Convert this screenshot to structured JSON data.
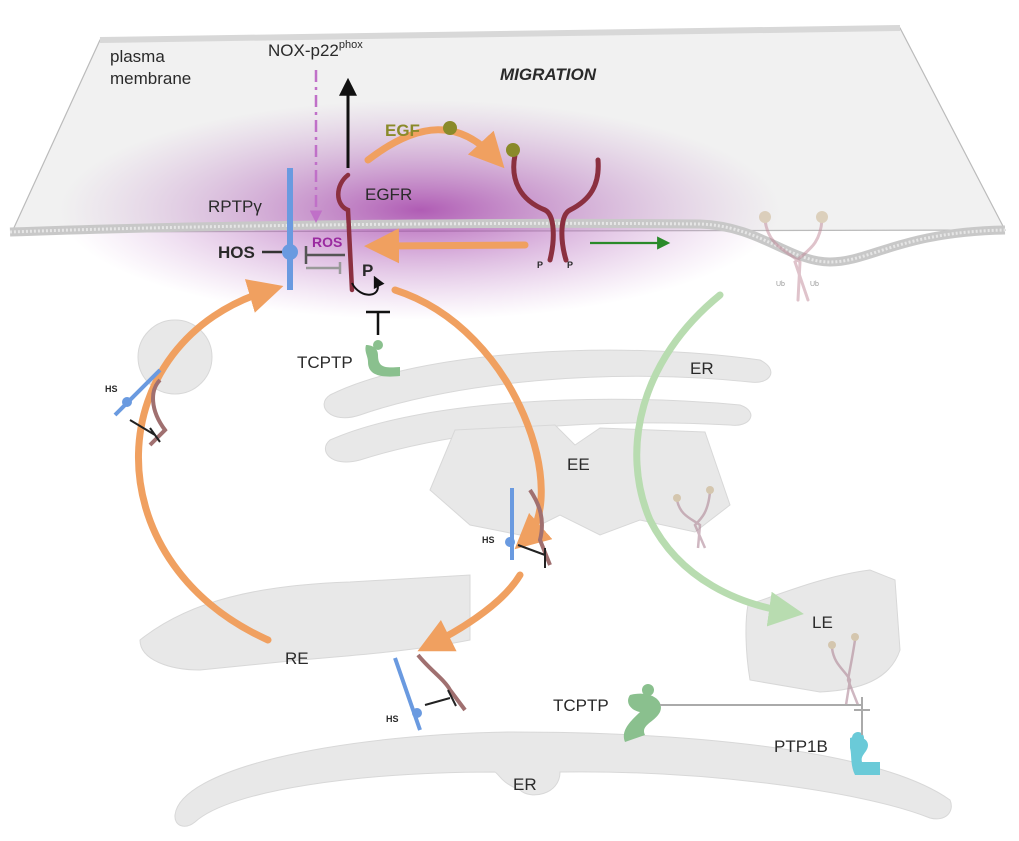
{
  "labels": {
    "plasma_membrane_line1": "plasma",
    "plasma_membrane_line2": "membrane",
    "nox": "NOX-p22",
    "nox_sup": "phox",
    "migration": "MIGRATION",
    "egf": "EGF",
    "egfr": "EGFR",
    "rptp": "RPTPγ",
    "hos": "HOS",
    "ros": "ROS",
    "p_main": "P",
    "p_small": "P",
    "tcptp_top": "TCPTP",
    "er_top": "ER",
    "ee": "EE",
    "re": "RE",
    "le": "LE",
    "hs": "HS",
    "ub": "Ub",
    "tcptp_bottom": "TCPTP",
    "ptp1b": "PTP1B",
    "er_bottom": "ER"
  },
  "colors": {
    "orange": "#f0a060",
    "green_dark": "#2a8a2a",
    "green_light": "#b8dcb0",
    "magenta": "#c070c8",
    "maroon": "#8b3040",
    "blue": "#6a9ae0",
    "olive": "#8a8a2a",
    "purple_text": "#9a2aa0",
    "teal": "#6acad8",
    "tcptp_green": "#8ac08e",
    "organelle": "#e8e8e8"
  }
}
